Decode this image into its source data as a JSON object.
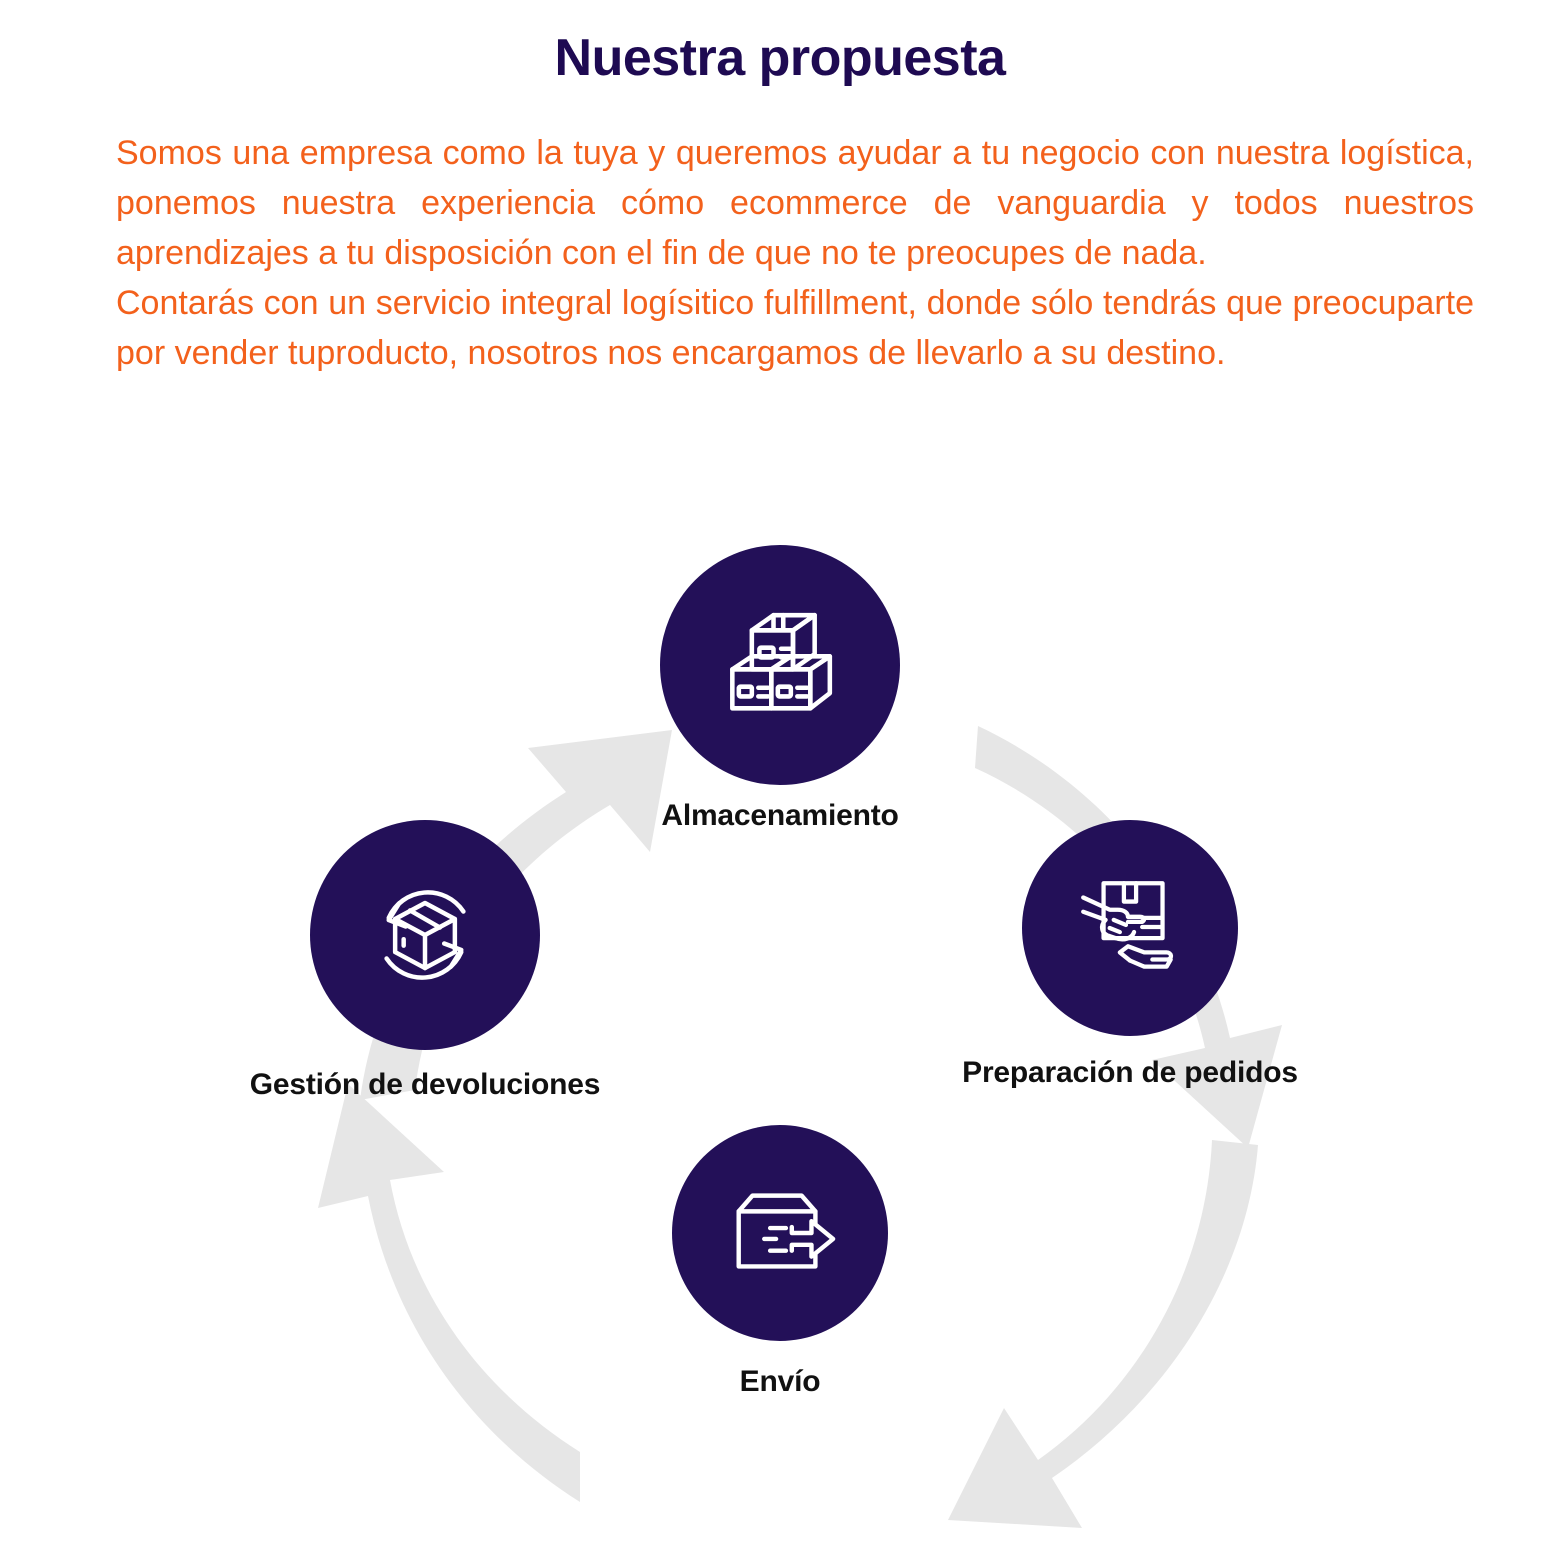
{
  "slide": {
    "title": "Nuestra propuesta",
    "accent_color": "#f3611c",
    "brand_color": "#231058",
    "arrow_color": "#e6e6e6",
    "background_color": "#ffffff"
  },
  "body": {
    "paragraph_1": "Somos una empresa como la tuya y queremos ayudar a tu negocio con nuestra logística, ponemos nuestra experiencia cómo ecommerce de vanguardia y todos nuestros aprendizajes a tu disposición con el fin de que no te preocupes de nada.",
    "paragraph_2": "Contarás con un servicio integral logísitico fulfillment,  donde sólo tendrás que preocuparte por vender tuproducto, nosotros nos encargamos de llevarlo a su destino."
  },
  "cycle": {
    "nodes": [
      {
        "id": "almacenamiento",
        "label": "Almacenamiento",
        "icon": "stacked-boxes-icon",
        "position": "top"
      },
      {
        "id": "preparacion",
        "label": "Preparación  de pedidos",
        "icon": "hands-passing-box-icon",
        "position": "right"
      },
      {
        "id": "envio",
        "label": "Envío",
        "icon": "box-with-arrow-icon",
        "position": "bottom"
      },
      {
        "id": "gestion",
        "label": "Gestión de devoluciones",
        "icon": "box-return-cycle-icon",
        "position": "left"
      }
    ],
    "arrows": [
      {
        "id": "arrow-gestion-to-almacenamiento",
        "from": "gestion",
        "to": "almacenamiento"
      },
      {
        "id": "arrow-almacenamiento-to-preparacion",
        "from": "almacenamiento",
        "to": "preparacion"
      },
      {
        "id": "arrow-preparacion-to-envio",
        "from": "preparacion",
        "to": "envio"
      },
      {
        "id": "arrow-envio-to-gestion",
        "from": "envio",
        "to": "gestion"
      }
    ]
  }
}
